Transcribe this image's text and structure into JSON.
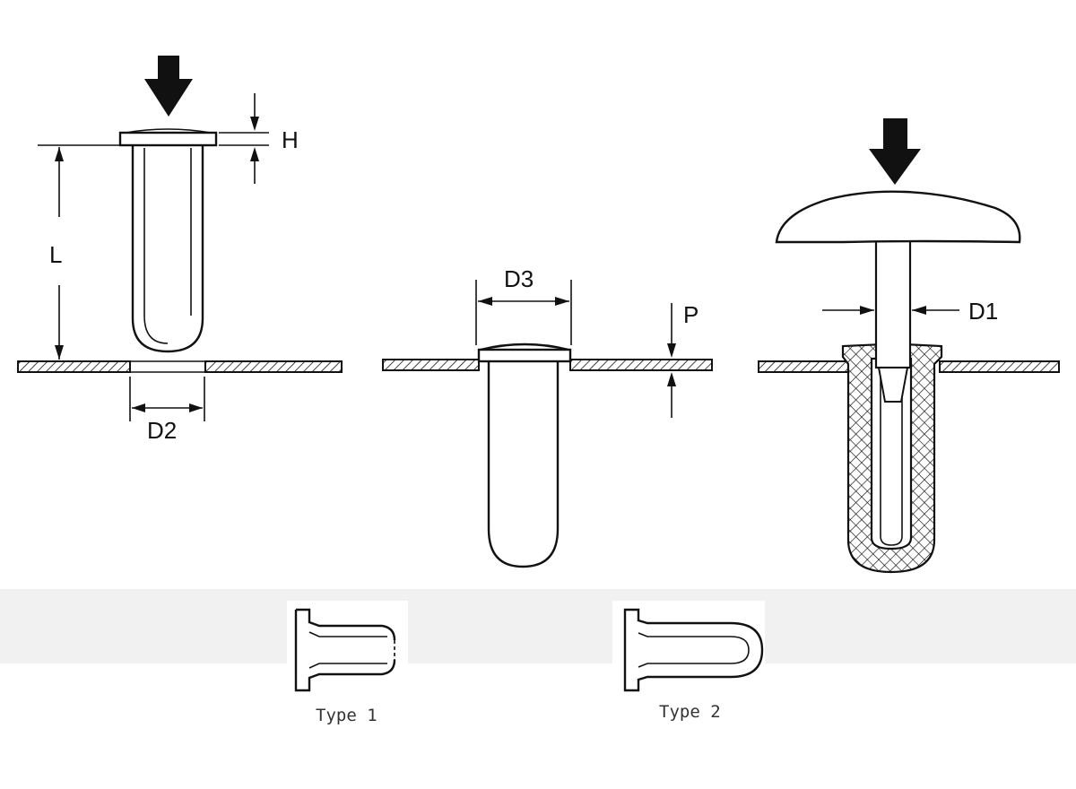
{
  "labels": {
    "h": "H",
    "l": "L",
    "d2": "D2",
    "d3": "D3",
    "p": "P",
    "d1": "D1"
  },
  "captions": {
    "type1": "Type 1",
    "type2": "Type 2"
  }
}
